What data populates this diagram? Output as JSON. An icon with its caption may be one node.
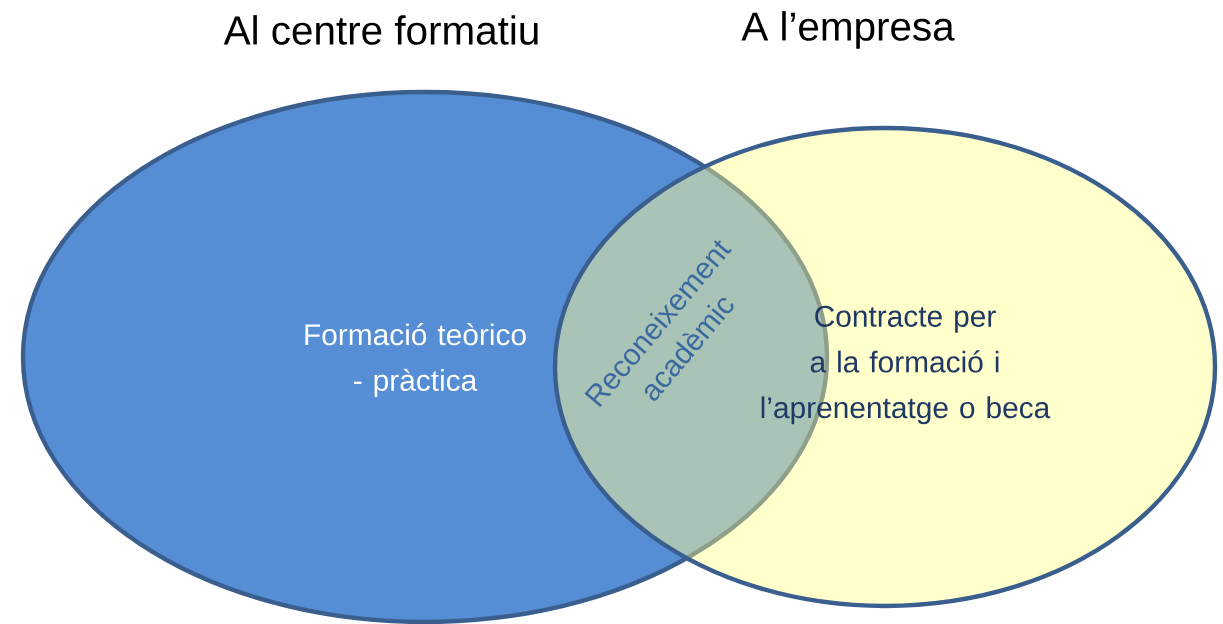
{
  "diagram": {
    "nodes": [
      {
        "text": [
          "Al centre formatiu",
          "Formació teòrico - pràctica"
        ]
      },
      {
        "text": [
          "A l’empresa",
          "Contracte per a la formació i l’aprenentatge o beca"
        ]
      }
    ],
    "labels": [
      "Reconeixement acadèmic"
    ]
  }
}
